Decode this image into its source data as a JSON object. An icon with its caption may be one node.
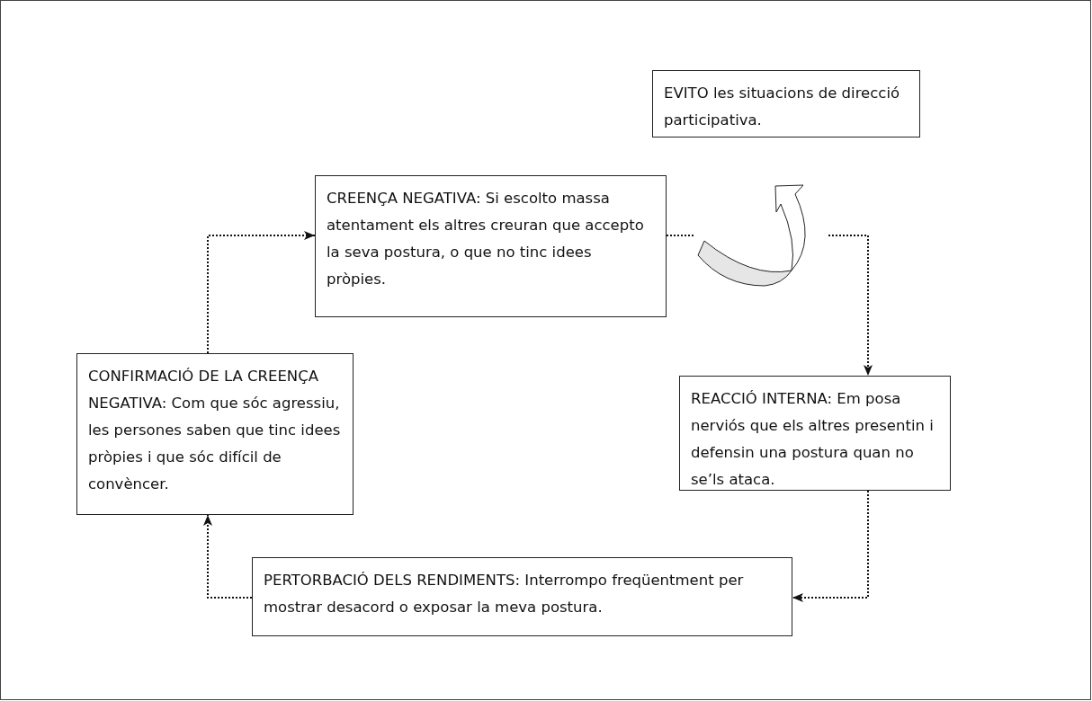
{
  "diagram": {
    "nodes": [
      {
        "text": [
          "EVITO les situacions de direcció participativa."
        ]
      },
      {
        "text": [
          "CREENÇA NEGATIVA: Si escolto massa atentament els altres creuran que accepto la seva postura, o que no tinc idees pròpies."
        ]
      },
      {
        "text": [
          "CONFIRMACIÓ DE LA CREENÇA NEGATIVA: Com que sóc agressiu, les persones saben que tinc idees pròpies i que sóc difícil de convèncer."
        ]
      },
      {
        "text": [
          "REACCIÓ INTERNA: Em posa nerviós que els altres presentin i defensin una postura quan no se’ls ataca."
        ]
      },
      {
        "text": [
          "PERTORBACIÓ DELS RENDIMENTS: Interrompo freqüentment per mostrar desacord o exposar la meva postura."
        ]
      },
      {
        "text": [],
        "shape": "arrow"
      }
    ],
    "edges": [
      {
        "from": 2,
        "to": 1,
        "arrow": "to"
      },
      {
        "from": 1,
        "to": 5,
        "arrow": "none"
      },
      {
        "from": 5,
        "to": 3,
        "arrow": "to"
      },
      {
        "from": 3,
        "to": 4,
        "arrow": "to"
      },
      {
        "from": 4,
        "to": 2,
        "arrow": "to"
      }
    ]
  }
}
